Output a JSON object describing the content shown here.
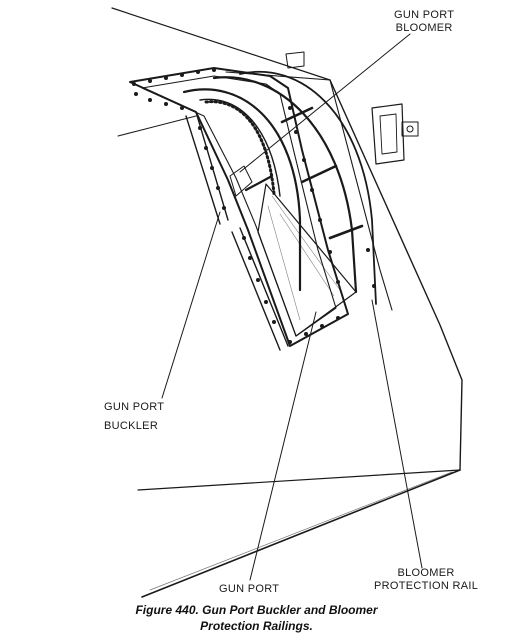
{
  "labels": {
    "bloomer_line1": "GUN PORT",
    "bloomer_line2": "BLOOMER",
    "buckler_line1": "GUN PORT",
    "buckler_line2": "BUCKLER",
    "gun_port": "GUN PORT",
    "rail_line1": "BLOOMER",
    "rail_line2": "PROTECTION RAIL"
  },
  "caption": {
    "line1": "Figure 440.  Gun Port Buckler and Bloomer",
    "line2": "Protection Railings."
  },
  "colors": {
    "ink": "#1a1a1a",
    "paper": "#ffffff"
  }
}
